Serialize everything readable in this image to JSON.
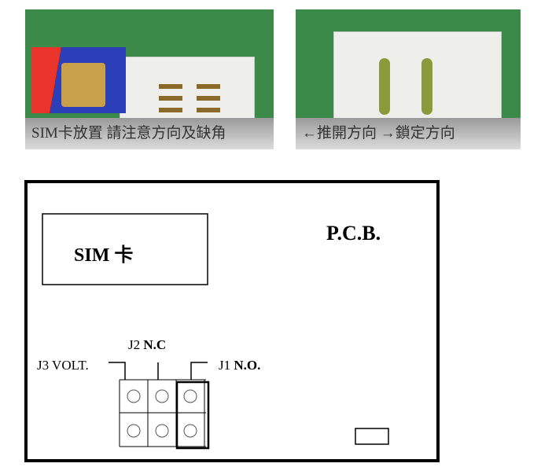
{
  "photos": [
    {
      "caption": "SIM卡放置 請注意方向及缺角"
    },
    {
      "caption": "←推開方向 →鎖定方向"
    }
  ],
  "diagram": {
    "sim_label": "SIM 卡",
    "pcb_label": "P.C.B.",
    "j1_label": "J1",
    "j1_mode": "N.O.",
    "j2_label": "J2",
    "j2_mode": "N.C",
    "j3_label": "J3 VOLT."
  }
}
